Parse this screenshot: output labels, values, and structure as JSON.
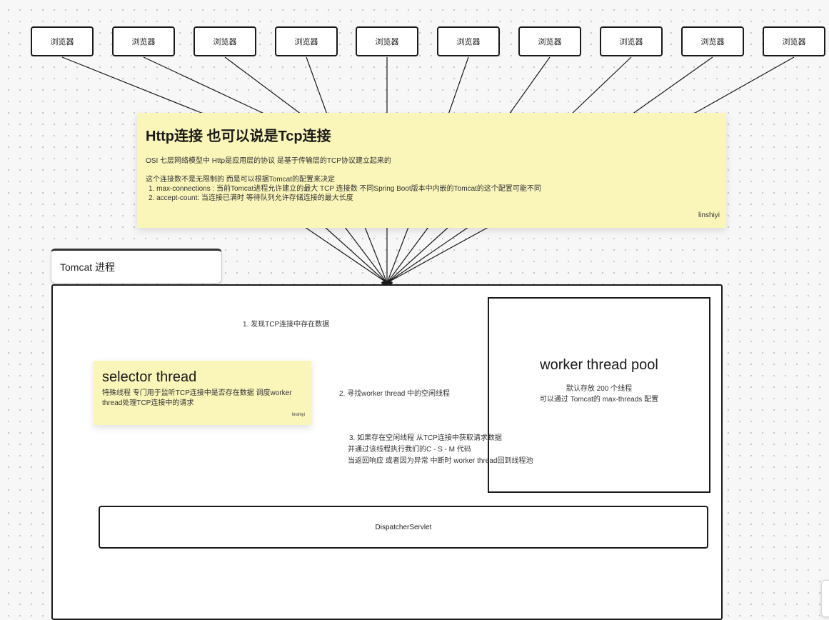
{
  "browsers": [
    "浏览器",
    "浏览器",
    "浏览器",
    "浏览器",
    "浏览器",
    "浏览器",
    "浏览器",
    "浏览器",
    "浏览器",
    "浏览器"
  ],
  "http_note": {
    "title": "Http连接  也可以说是Tcp连接",
    "line1": "OSI 七层网络模型中 Http是应用层的协议 是基于传输层的TCP协议建立起来的",
    "line2": "这个连接数不是无限制的 而是可以根据Tomcat的配置来决定",
    "item1": "1.  max-connections : 当前Tomcat进程允许建立的最大 TCP 连接数 不同Spring Boot版本中内嵌的Tomcat的这个配置可能不同",
    "item2": "2.  accept-count: 当连接已满时 等待队列允许存储连接的最大长度",
    "signature": "linshiyi"
  },
  "tomcat": {
    "label": "Tomcat 进程"
  },
  "selector_note": {
    "title": "selector  thread",
    "desc": "特殊线程 专门用于监听TCP连接中是否存在数据 调度worker thread处理TCP连接中的请求",
    "signature": "linshiyi"
  },
  "worker_pool": {
    "title": "worker thread pool",
    "line1": "默认存放 200 个线程",
    "line2": "可以通过 Tomcat的 max-threads 配置"
  },
  "dispatcher": {
    "label": "DispatcherServlet"
  },
  "edges": {
    "step1": "1.  发现TCP连接中存在数据",
    "step2": "2.  寻找worker thread 中的空闲线程",
    "step3_line1": "3.  如果存在空闲线程 从TCP连接中获取请求数据",
    "step3_line2": "并通过该线程执行我们的C - S - M 代码",
    "step3_line3": "当返回响应 或者因为异常 中断时 worker thread回到线程池"
  }
}
